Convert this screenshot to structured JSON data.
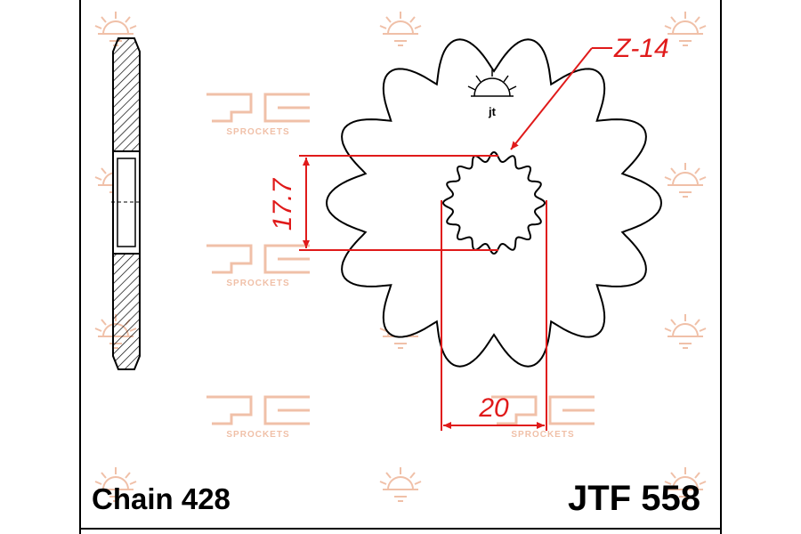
{
  "tooth_count_label": "Z-14",
  "dimensions": {
    "bolt_circle": "17.7",
    "spline_width": "20"
  },
  "chain_label": "Chain 428",
  "part_number": "JTF 558",
  "watermark": {
    "brand_text": "SPROCKETS",
    "logo_glyph": "jt"
  },
  "colors": {
    "outline": "#000000",
    "dimension": "#e01a1a",
    "watermark": "#f0c0a8",
    "frame": "#000000"
  }
}
